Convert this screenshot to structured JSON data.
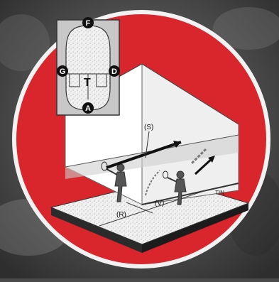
{
  "inset": {
    "markers": {
      "top": "F",
      "left": "G",
      "right": "D",
      "bottom": "A"
    },
    "t_label": "T"
  },
  "court": {
    "labels": {
      "s": "(S)",
      "r": "(R)",
      "v": "(V)",
      "tin": "TIN"
    }
  },
  "colors": {
    "background": "#4a4a4a",
    "disc": "#d8262c",
    "disc_ring": "#f2f2f2",
    "inset_panel": "#c8c8c8"
  }
}
